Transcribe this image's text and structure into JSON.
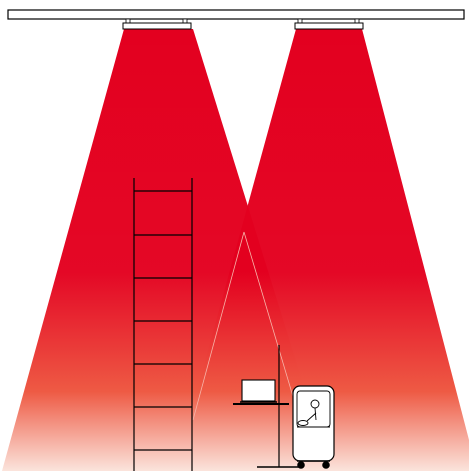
{
  "colors": {
    "beam_top": "#e3001f",
    "beam_bottom": "#fbe4dc",
    "line": "#000000",
    "ceiling_fill": "#ffffff",
    "background": "#ffffff"
  },
  "icons": [
    "ceiling-rail",
    "heater-left",
    "heater-right",
    "ladder",
    "desk-lamp",
    "laptop",
    "vending-cart-with-person"
  ]
}
